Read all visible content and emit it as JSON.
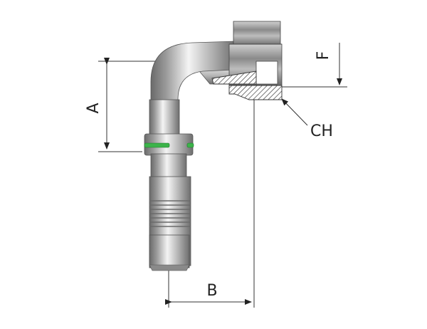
{
  "labels": {
    "a": "A",
    "b": "B",
    "f": "F",
    "ch": "CH"
  },
  "colors": {
    "o_ring": "#3cb34a",
    "metal_dark": "#5a5a5a",
    "metal_light": "#f2f2f2",
    "hatch": "#333333"
  }
}
